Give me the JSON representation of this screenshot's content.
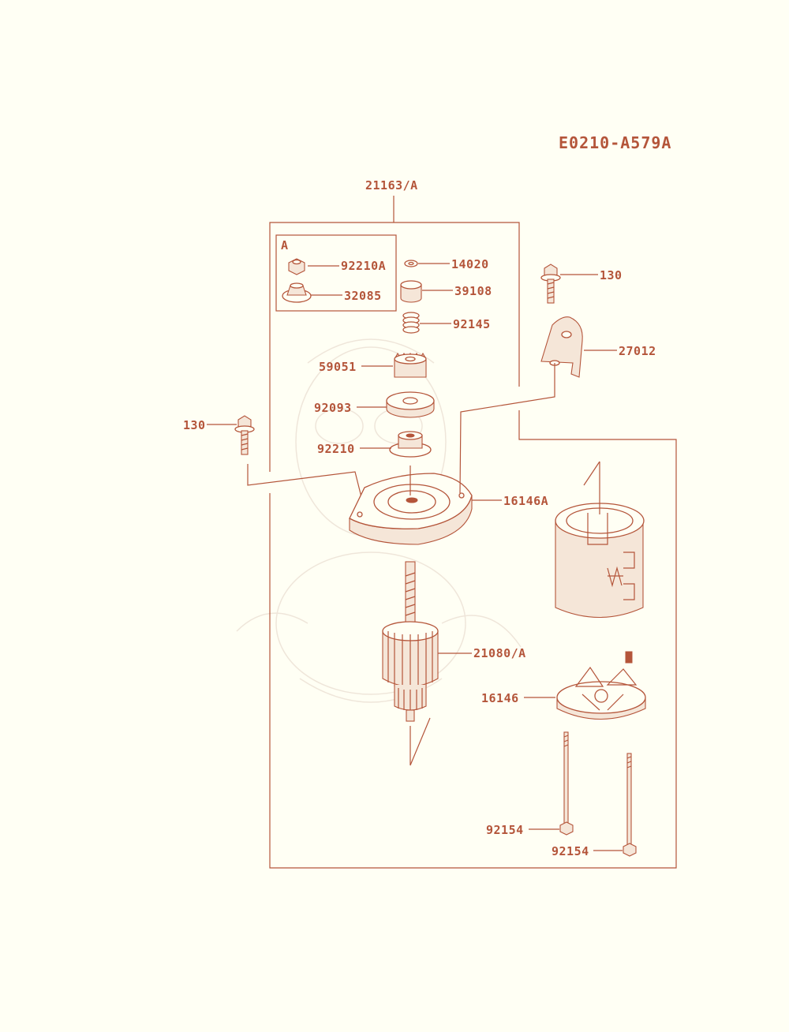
{
  "diagram": {
    "code": "E0210-A579A",
    "assembly_label": "21163/A",
    "kit_label": "A",
    "kit_parts": [
      {
        "label": "92210A",
        "icon": "nut-icon"
      },
      {
        "label": "32085",
        "icon": "cap-icon"
      }
    ],
    "parts": [
      {
        "label": "14020",
        "icon": "washer-icon"
      },
      {
        "label": "39108",
        "icon": "collar-icon"
      },
      {
        "label": "92145",
        "icon": "spring-icon"
      },
      {
        "label": "59051",
        "icon": "pinion-gear-icon"
      },
      {
        "label": "92093",
        "icon": "washer-icon"
      },
      {
        "label": "92210",
        "icon": "nut-icon"
      },
      {
        "label": "16146A",
        "icon": "end-cover-icon"
      },
      {
        "label": "21080/A",
        "icon": "armature-icon"
      },
      {
        "label": "16146",
        "icon": "brush-holder-icon"
      },
      {
        "label": "92154",
        "icon": "through-bolt-icon"
      },
      {
        "label": "92154",
        "icon": "through-bolt-icon"
      },
      {
        "label": "130",
        "icon": "bolt-icon"
      },
      {
        "label": "27012",
        "icon": "bracket-icon"
      },
      {
        "label": "130",
        "icon": "bolt-icon"
      }
    ]
  },
  "colors": {
    "line": "#b4553a",
    "background": "#fffff4"
  }
}
